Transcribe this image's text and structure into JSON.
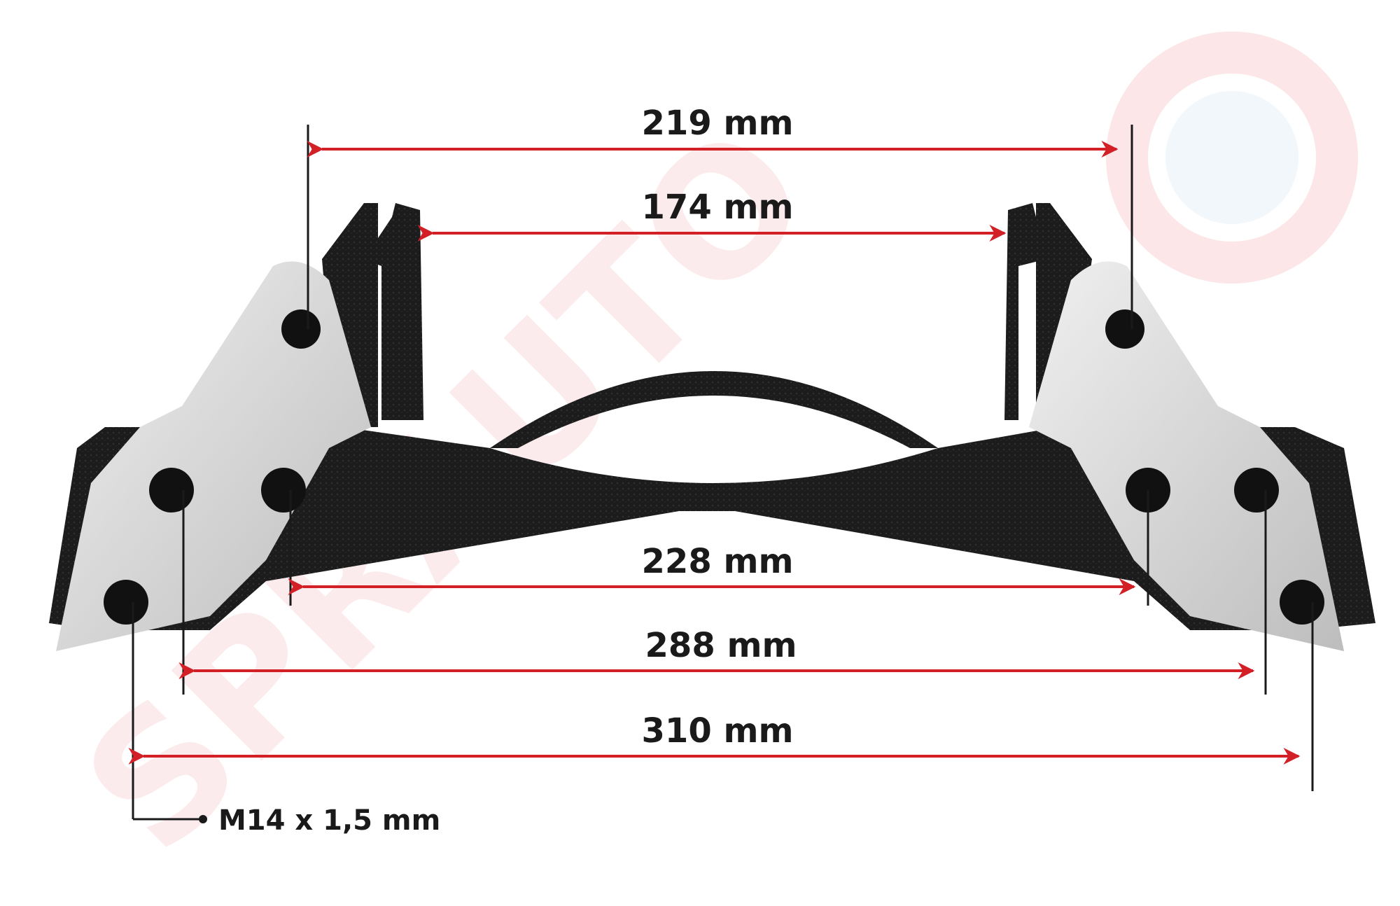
{
  "watermark": {
    "brand": "SPRAUTO",
    "color": "#e8343a"
  },
  "accent_color": "#d32027",
  "dimensions": {
    "d219": "219 mm",
    "d174": "174 mm",
    "d228": "228 mm",
    "d288": "288 mm",
    "d310": "310 mm"
  },
  "thread_spec": "M14 x 1,5 mm",
  "part": {
    "body_color": "#1c1c1c",
    "machined_color": "#d9d9d9"
  }
}
